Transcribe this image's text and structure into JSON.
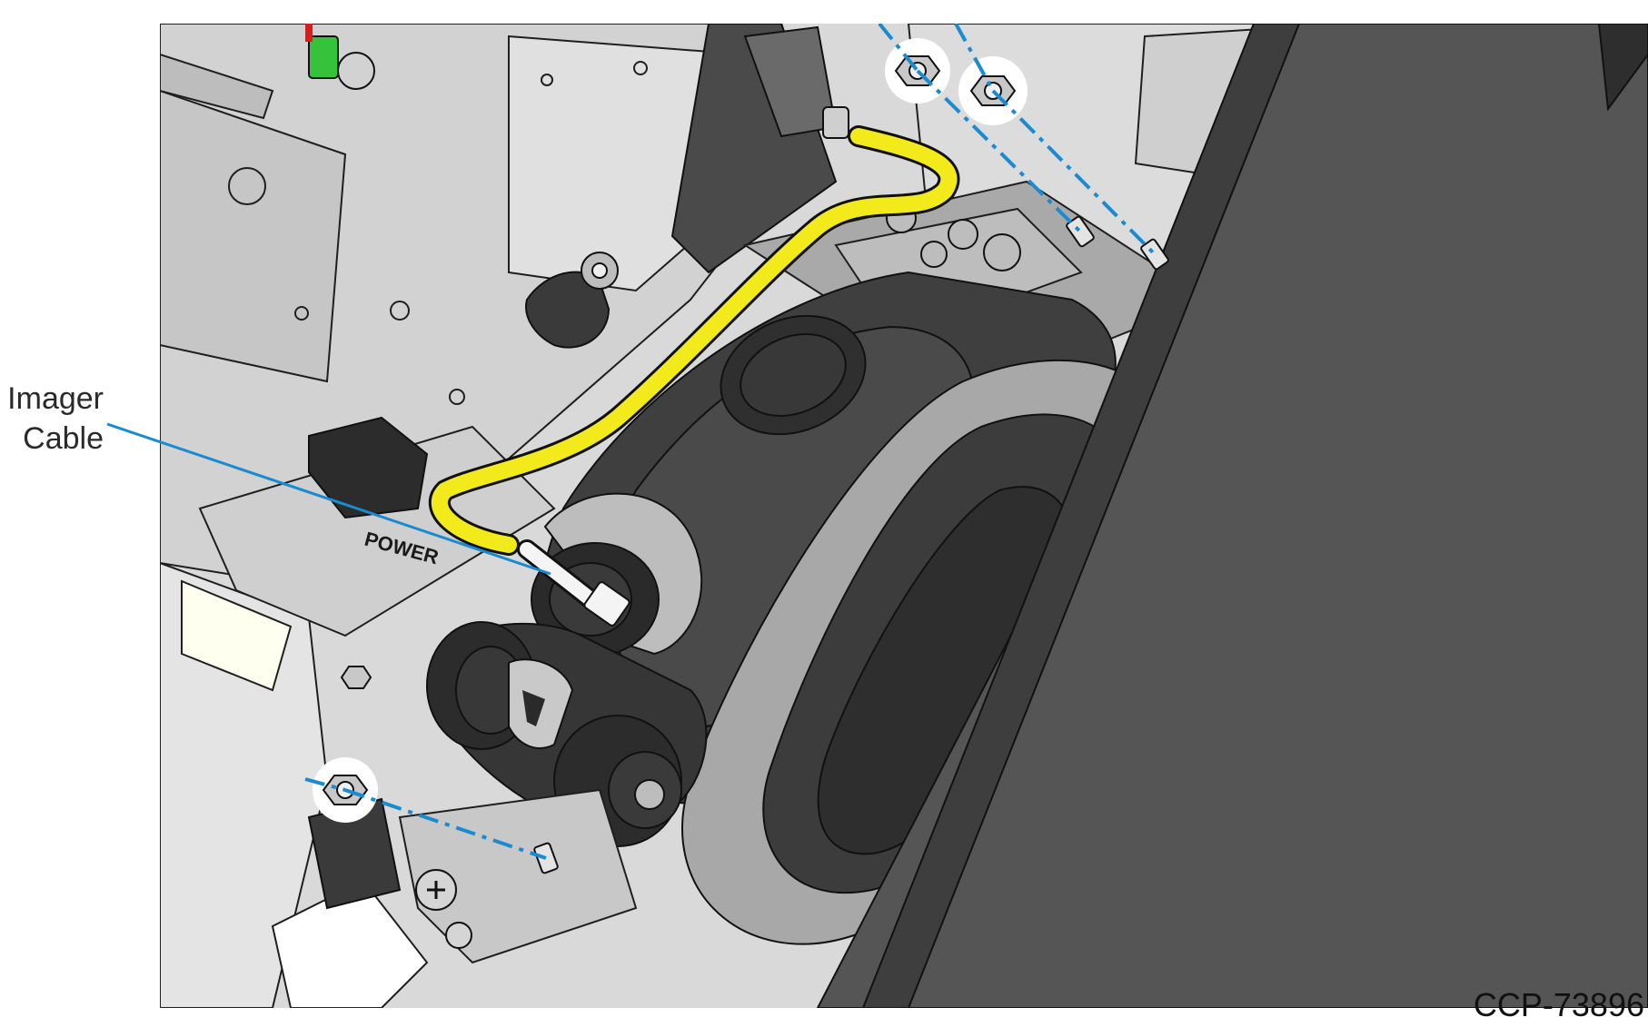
{
  "callout": {
    "line1": "Imager",
    "line2": "Cable"
  },
  "figure_id": "CCP-73896",
  "embedded_marking": "POWER",
  "colors": {
    "cable": "#f2ea1a",
    "callout_line": "#1a8bd0",
    "dark_part": "#3a3a3a",
    "panel": "#555555",
    "sheet_metal": "#cfcfcf",
    "indicator_green": "#36c23a"
  },
  "icons": [
    "nut-icon",
    "screw-icon",
    "cable-connector-icon"
  ]
}
